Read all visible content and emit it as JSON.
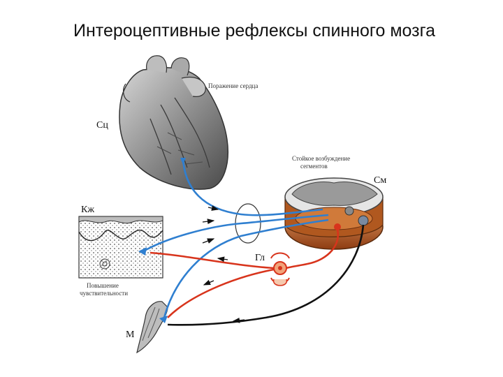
{
  "title": "Интероцептивные рефлексы спинного мозга",
  "labels": {
    "heart_code": "Сц",
    "heart_caption": "Поражение сердца",
    "cord_caption_line1": "Стойкое возбуждение",
    "cord_caption_line2": "сегментов",
    "cord_code": "См",
    "skin_code": "Кж",
    "skin_caption_line1": "Повышение",
    "skin_caption_line2": "чувствительности",
    "ganglion_code": "Гл",
    "muscle_code": "М"
  },
  "colors": {
    "afferent_blue": "#2f7fd0",
    "efferent_red": "#d8341c",
    "motor_black": "#111111",
    "heart_gray": "#8c8c8c",
    "cord_orange": "#c8662a"
  }
}
